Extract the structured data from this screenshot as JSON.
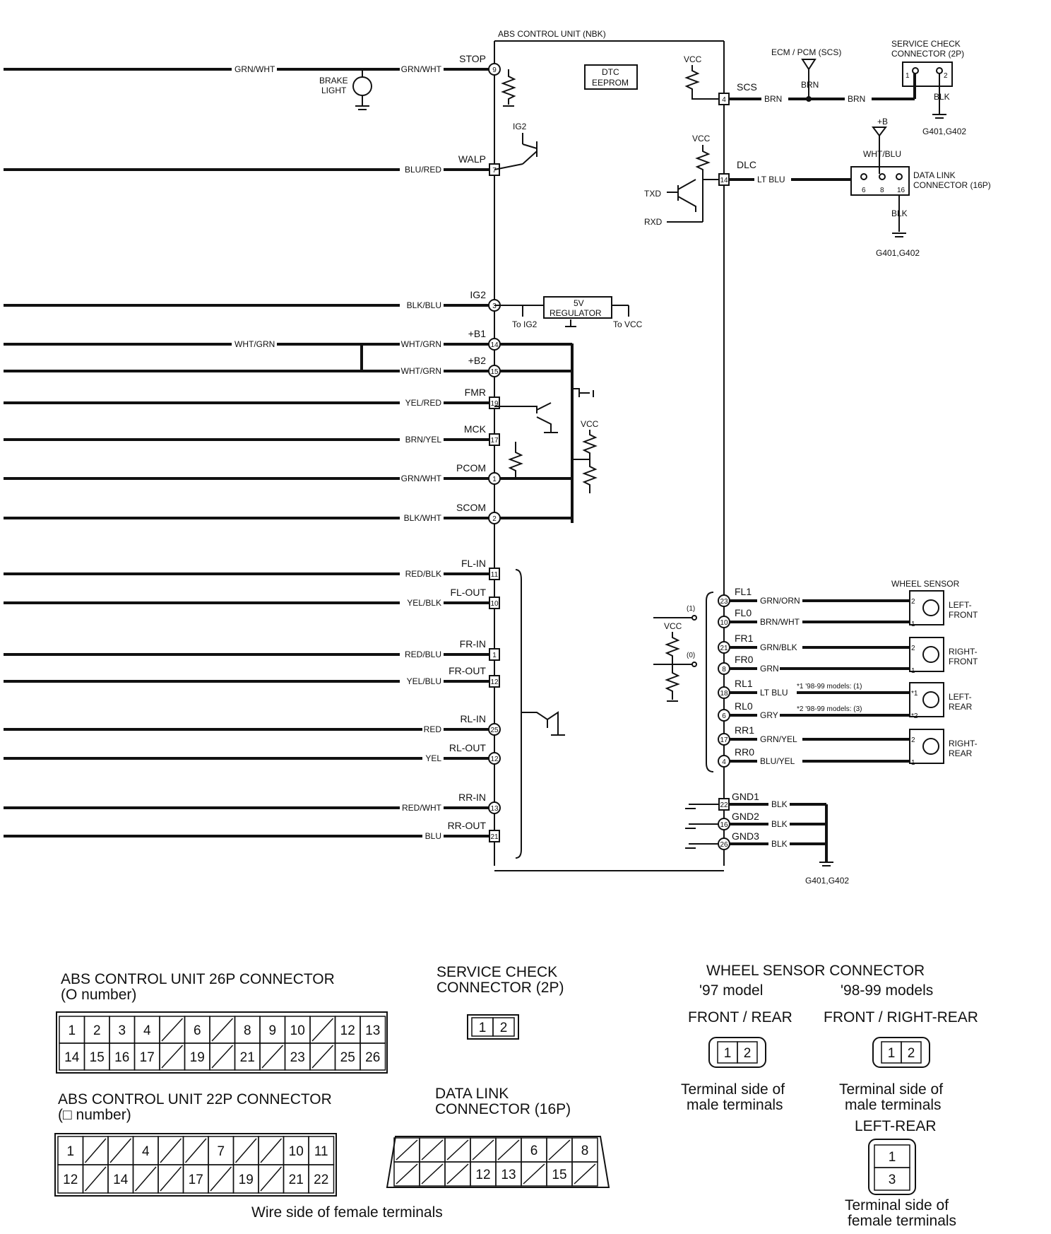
{
  "unit": {
    "title": "ABS CONTROL UNIT (NBK)",
    "dtc": [
      "DTC",
      "EEPROM"
    ],
    "vcc": "VCC"
  },
  "left_pins": [
    {
      "wire": "GRN/WHT",
      "color_near": "GRN/WHT",
      "signal": "STOP",
      "pin": "9",
      "shape": "circle"
    },
    {
      "wire": "",
      "color_near": "BLU/RED",
      "signal": "WALP",
      "pin": "7",
      "shape": "square"
    },
    {
      "wire": "",
      "color_near": "BLK/BLU",
      "signal": "IG2",
      "pin": "3",
      "shape": "circle"
    },
    {
      "wire": "WHT/GRN",
      "color_near": "WHT/GRN",
      "signal": "+B1",
      "pin": "14",
      "shape": "circle"
    },
    {
      "wire": "",
      "color_near": "WHT/GRN",
      "signal": "+B2",
      "pin": "15",
      "shape": "circle"
    },
    {
      "wire": "",
      "color_near": "YEL/RED",
      "signal": "FMR",
      "pin": "19",
      "shape": "square"
    },
    {
      "wire": "",
      "color_near": "BRN/YEL",
      "signal": "MCK",
      "pin": "17",
      "shape": "square"
    },
    {
      "wire": "",
      "color_near": "GRN/WHT",
      "signal": "PCOM",
      "pin": "1",
      "shape": "circle"
    },
    {
      "wire": "",
      "color_near": "BLK/WHT",
      "signal": "SCOM",
      "pin": "2",
      "shape": "circle"
    },
    {
      "wire": "",
      "color_near": "RED/BLK",
      "signal": "FL-IN",
      "pin": "11",
      "shape": "square"
    },
    {
      "wire": "",
      "color_near": "YEL/BLK",
      "signal": "FL-OUT",
      "pin": "10",
      "shape": "square"
    },
    {
      "wire": "",
      "color_near": "RED/BLU",
      "signal": "FR-IN",
      "pin": "1",
      "shape": "square"
    },
    {
      "wire": "",
      "color_near": "YEL/BLU",
      "signal": "FR-OUT",
      "pin": "12",
      "shape": "square"
    },
    {
      "wire": "",
      "color_near": "RED",
      "signal": "RL-IN",
      "pin": "25",
      "shape": "circle"
    },
    {
      "wire": "",
      "color_near": "YEL",
      "signal": "RL-OUT",
      "pin": "12",
      "shape": "circle"
    },
    {
      "wire": "",
      "color_near": "RED/WHT",
      "signal": "RR-IN",
      "pin": "13",
      "shape": "circle"
    },
    {
      "wire": "",
      "color_near": "BLU",
      "signal": "RR-OUT",
      "pin": "21",
      "shape": "square"
    }
  ],
  "brake_light": [
    "BRAKE",
    "LIGHT"
  ],
  "ig2_transistor": "IG2",
  "txd": "TXD",
  "rxd": "RXD",
  "regulator": [
    "5V",
    "REGULATOR"
  ],
  "to_ig2": "To IG2",
  "to_vcc": "To VCC",
  "right_pins": {
    "scs": {
      "signal": "SCS",
      "pin": "4",
      "wire": "BRN",
      "wire2": "BRN",
      "ecm": "ECM / PCM (SCS)",
      "ecm_wire": "BRN"
    },
    "dlc": {
      "signal": "DLC",
      "pin": "14",
      "wire": "LT BLU"
    }
  },
  "service_check": {
    "title": [
      "SERVICE CHECK",
      "CONNECTOR (2P)"
    ],
    "pins": [
      "1",
      "2"
    ],
    "blk": "BLK",
    "ground": "G401,G402"
  },
  "data_link": {
    "title": [
      "DATA LINK",
      "CONNECTOR (16P)"
    ],
    "supply": "+B",
    "wire": "WHT/BLU",
    "pins": [
      "6",
      "8",
      "16"
    ],
    "blk": "BLK",
    "ground": "G401,G402"
  },
  "wheel_sensors": {
    "title": "WHEEL SENSOR",
    "pins": [
      {
        "signal": "FL1",
        "pin": "23",
        "wire": "GRN/ORN"
      },
      {
        "signal": "FL0",
        "pin": "10",
        "wire": "BRN/WHT"
      },
      {
        "signal": "FR1",
        "pin": "21",
        "wire": "GRN/BLK"
      },
      {
        "signal": "FR0",
        "pin": "8",
        "wire": "GRN"
      },
      {
        "signal": "RL1",
        "pin": "18",
        "wire": "LT BLU"
      },
      {
        "signal": "RL0",
        "pin": "6",
        "wire": "GRY"
      },
      {
        "signal": "RR1",
        "pin": "17",
        "wire": "GRN/YEL"
      },
      {
        "signal": "RR0",
        "pin": "4",
        "wire": "BLU/YEL"
      }
    ],
    "sensors": [
      {
        "name": [
          "LEFT-",
          "FRONT"
        ],
        "pins": [
          "2",
          "1"
        ]
      },
      {
        "name": [
          "RIGHT-",
          "FRONT"
        ],
        "pins": [
          "2",
          "1"
        ]
      },
      {
        "name": [
          "LEFT-",
          "REAR"
        ],
        "pins": [
          "*1",
          "*2"
        ]
      },
      {
        "name": [
          "RIGHT-",
          "REAR"
        ],
        "pins": [
          "2",
          "1"
        ]
      }
    ],
    "notes": [
      "*1 '98-99 models: (1)",
      "*2 '98-99 models: (3)"
    ],
    "side_labels": [
      "(1)",
      "(0)"
    ]
  },
  "grounds": {
    "pins": [
      {
        "signal": "GND1",
        "pin": "22",
        "wire": "BLK"
      },
      {
        "signal": "GND2",
        "pin": "16",
        "wire": "BLK"
      },
      {
        "signal": "GND3",
        "pin": "26",
        "wire": "BLK"
      }
    ],
    "label": "G401,G402"
  },
  "connectors": {
    "c26": {
      "title": "ABS CONTROL UNIT 26P CONNECTOR",
      "sub": "(O number)",
      "row1": [
        "1",
        "2",
        "3",
        "4",
        "",
        "6",
        "",
        "8",
        "9",
        "10",
        "",
        "12",
        "13"
      ],
      "row2": [
        "14",
        "15",
        "16",
        "17",
        "",
        "19",
        "",
        "21",
        "",
        "23",
        "",
        "25",
        "26"
      ]
    },
    "c22": {
      "title": "ABS CONTROL UNIT 22P CONNECTOR",
      "sub": "(□ number)",
      "row1": [
        "1",
        "",
        "",
        "4",
        "",
        "",
        "7",
        "",
        "",
        "10",
        "11"
      ],
      "row2": [
        "12",
        "",
        "14",
        "",
        "",
        "17",
        "",
        "19",
        "",
        "21",
        "22"
      ]
    },
    "svc": {
      "title": [
        "SERVICE CHECK",
        "CONNECTOR (2P)"
      ],
      "cells": [
        "1",
        "2"
      ]
    },
    "dlc": {
      "title": [
        "DATA LINK",
        "CONNECTOR (16P)"
      ],
      "row1": [
        "",
        "",
        "",
        "",
        "",
        "6",
        "",
        "8"
      ],
      "row2": [
        "",
        "",
        "",
        "12",
        "13",
        "",
        "15",
        ""
      ]
    },
    "wire_side": "Wire side of female terminals",
    "wheel": {
      "title": "WHEEL SENSOR CONNECTOR",
      "m97": "'97 model",
      "m98": "'98-99 models",
      "fr_left": "FRONT / REAR",
      "fr_right": "FRONT / RIGHT-REAR",
      "male": [
        "Terminal side of",
        "male terminals"
      ],
      "left_rear": "LEFT-REAR",
      "female": [
        "Terminal side of",
        "female terminals"
      ],
      "cells": [
        "1",
        "2"
      ],
      "lr_cells": [
        "1",
        "3"
      ]
    }
  }
}
